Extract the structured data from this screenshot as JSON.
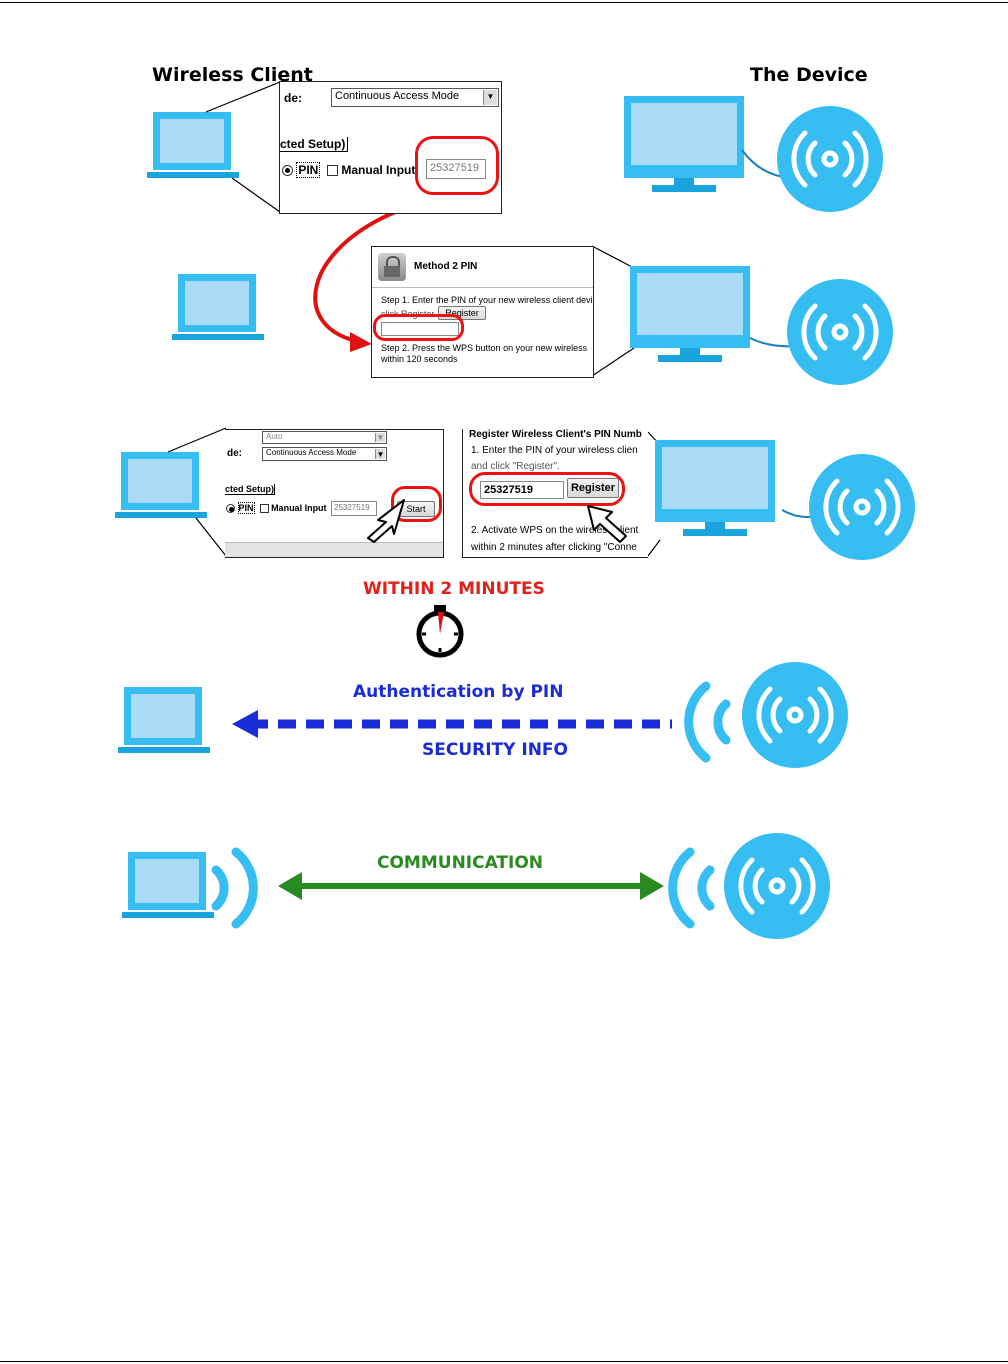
{
  "labels": {
    "wireless_client": "Wireless Client",
    "the_device": "The Device",
    "within_2_minutes": "WITHIN 2 MINUTES",
    "authentication_by_pin": "Authentication by PIN",
    "security_info": "SECURITY INFO",
    "communication": "COMMUNICATION"
  },
  "client_panel_1": {
    "mode_label": "de:",
    "mode_value": "Continuous Access Mode",
    "setup_label": "cted Setup)",
    "pin_label": "PIN",
    "manual_input_label": "Manual Input",
    "pin_value": "25327519"
  },
  "device_panel_1": {
    "title": "Method 2 PIN",
    "step1_text": "Step 1. Enter the PIN of your new wireless client devi",
    "step1_text2": "click Register",
    "register_button": "Register",
    "step2_text": "Step 2. Press the WPS button on your new wireless",
    "step2_text2": "within 120 seconds"
  },
  "client_panel_2": {
    "auto_value": "Auto",
    "mode_label": "de:",
    "mode_value": "Continuous Access Mode",
    "setup_label": "cted Setup)",
    "pin_label": "PIN",
    "manual_input_label": "Manual Input",
    "pin_value": "25327519",
    "start_button": "Start"
  },
  "device_panel_2": {
    "title": "Register Wireless Client's PIN Numb",
    "step1_text": "1. Enter the PIN of your wireless clien",
    "step1_text2": "and click \"Register\".",
    "pin_value": "25327519",
    "register_button": "Register",
    "step2_text": "2. Activate WPS on the wireless client",
    "step2_text2": "within 2 minutes after clicking \"Conne"
  },
  "icons": [
    "laptop-icon",
    "monitor-icon",
    "wireless-signal-icon",
    "stopwatch-icon",
    "cursor-arrow-icon",
    "lock-icon"
  ],
  "colors": {
    "icon_blue": "#36bdf1",
    "icon_blue_dark": "#1aa4de",
    "screen_fill": "#aadcf8",
    "highlight_red": "#e11111",
    "arrow_blue": "#1a2bd8",
    "arrow_green": "#2a8a22"
  }
}
